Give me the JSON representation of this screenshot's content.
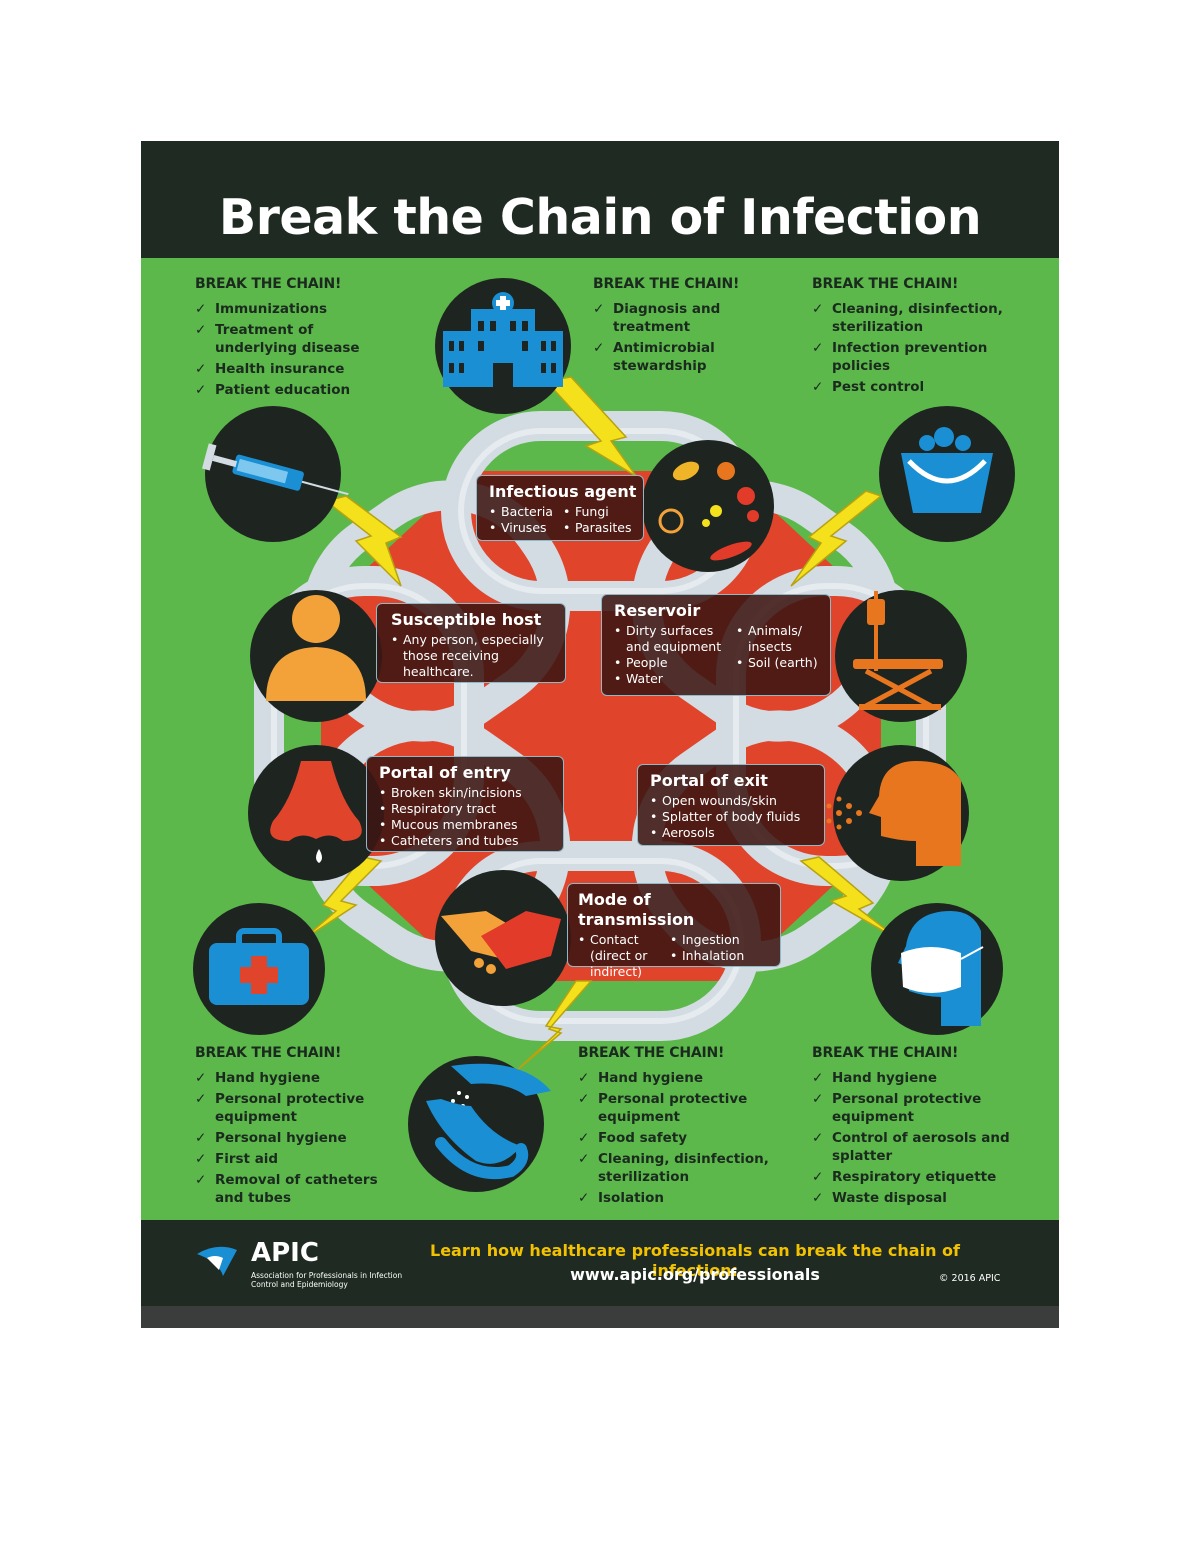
{
  "title": "Break the Chain of Infection",
  "break_label": "BREAK THE CHAIN!",
  "check": "✓",
  "break_lists": {
    "top_left": [
      "Immunizations",
      "Treatment of underlying disease",
      "Health insurance",
      "Patient education"
    ],
    "top_center": [
      "Diagnosis and treatment",
      "Antimicrobial stewardship"
    ],
    "top_right": [
      "Cleaning, disinfection, sterilization",
      "Infection prevention policies",
      "Pest control"
    ],
    "bottom_left": [
      "Hand hygiene",
      "Personal protective equipment",
      "Personal hygiene",
      "First aid",
      "Removal of catheters and tubes"
    ],
    "bottom_center": [
      "Hand hygiene",
      "Personal protective equipment",
      "Food safety",
      "Cleaning, disinfection, sterilization",
      "Isolation"
    ],
    "bottom_right": [
      "Hand hygiene",
      "Personal protective equipment",
      "Control of aerosols and splatter",
      "Respiratory etiquette",
      "Waste disposal"
    ]
  },
  "links": {
    "infectious_agent": {
      "title": "Infectious agent",
      "col1": [
        "Bacteria",
        "Viruses"
      ],
      "col2": [
        "Fungi",
        "Parasites"
      ]
    },
    "reservoir": {
      "title": "Reservoir",
      "col1": [
        "Dirty surfaces and equipment",
        "People",
        "Water"
      ],
      "col2": [
        "Animals/ insects",
        "Soil (earth)"
      ]
    },
    "portal_of_exit": {
      "title": "Portal of exit",
      "items": [
        "Open wounds/skin",
        "Splatter of body fluids",
        "Aerosols"
      ]
    },
    "mode_of_transmission": {
      "title": "Mode of transmission",
      "col1": [
        "Contact (direct or indirect)"
      ],
      "col2": [
        "Ingestion",
        "Inhalation"
      ]
    },
    "portal_of_entry": {
      "title": "Portal of entry",
      "items": [
        "Broken skin/incisions",
        "Respiratory tract",
        "Mucous membranes",
        "Catheters and tubes"
      ]
    },
    "susceptible_host": {
      "title": "Susceptible host",
      "items": [
        "Any person, especially those receiving healthcare."
      ]
    }
  },
  "footer": {
    "logo_word": "APIC",
    "logo_sub": "Association for Professionals in Infection Control and Epidemiology",
    "cta": "Learn how healthcare professionals can break the chain of infection:",
    "url": "www.apic.org/professionals",
    "copyright": "© 2016 APIC"
  },
  "colors": {
    "background_green": "#5cb84a",
    "header_dark": "#1f2a22",
    "chain_red": "#e0452c",
    "chain_silver": "#d3dbe3",
    "icon_circle": "#1e2521",
    "icon_blue": "#1a8fd4",
    "icon_orange": "#f3a23a",
    "bolt_yellow": "#f4e11b"
  }
}
